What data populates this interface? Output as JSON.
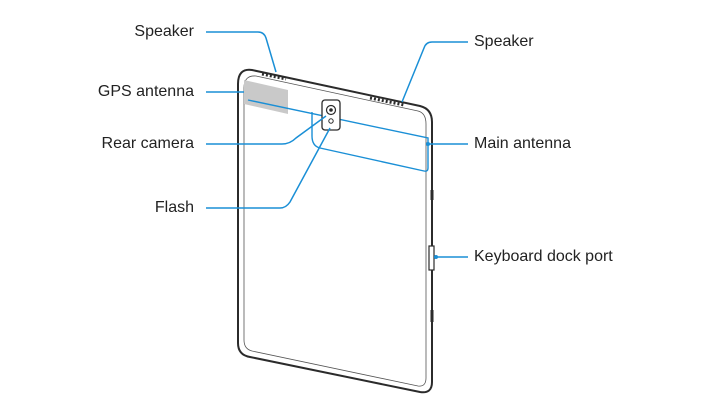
{
  "labels": {
    "speaker_left": "Speaker",
    "gps_antenna": "GPS antenna",
    "rear_camera": "Rear camera",
    "flash": "Flash",
    "speaker_right": "Speaker",
    "main_antenna": "Main antenna",
    "keyboard_dock_port": "Keyboard dock port"
  },
  "colors": {
    "leader_line": "#1a8fd6",
    "device_outline": "#2b2b2b",
    "antenna_area": "#c9c9c9",
    "text": "#222222"
  }
}
